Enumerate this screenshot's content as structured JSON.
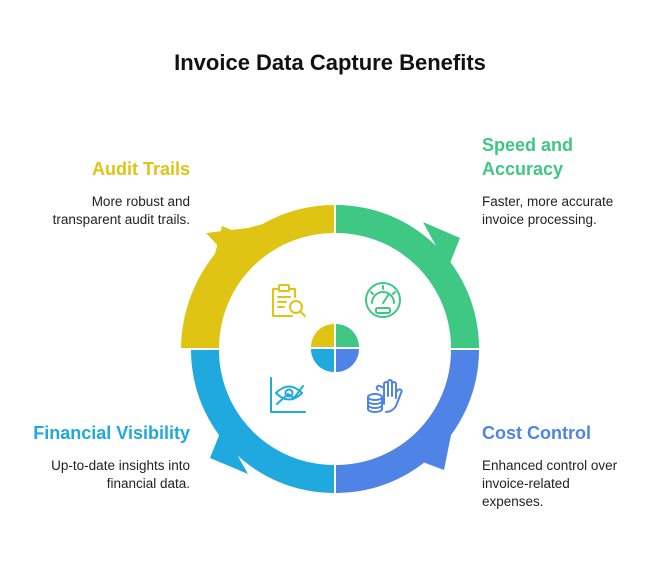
{
  "title": "Invoice Data Capture Benefits",
  "colors": {
    "audit": "#E0C414",
    "speed": "#3FC784",
    "cost": "#4F84E6",
    "visibility": "#1FA9DE"
  },
  "segments": [
    {
      "key": "audit",
      "label": "Audit Trails",
      "description_lines": [
        "More robust and",
        "transparent audit trails."
      ],
      "icon": "clipboard-search-icon"
    },
    {
      "key": "speed",
      "label_lines": [
        "Speed and",
        "Accuracy"
      ],
      "description_lines": [
        "Faster, more accurate",
        "invoice processing."
      ],
      "icon": "speedometer-icon"
    },
    {
      "key": "visibility",
      "label": "Financial Visibility",
      "description_lines": [
        "Up-to-date insights into",
        "financial data."
      ],
      "icon": "eye-chart-icon"
    },
    {
      "key": "cost",
      "label": "Cost Control",
      "description_lines": [
        "Enhanced control over",
        "invoice-related",
        "expenses."
      ],
      "icon": "hand-coins-icon"
    }
  ]
}
